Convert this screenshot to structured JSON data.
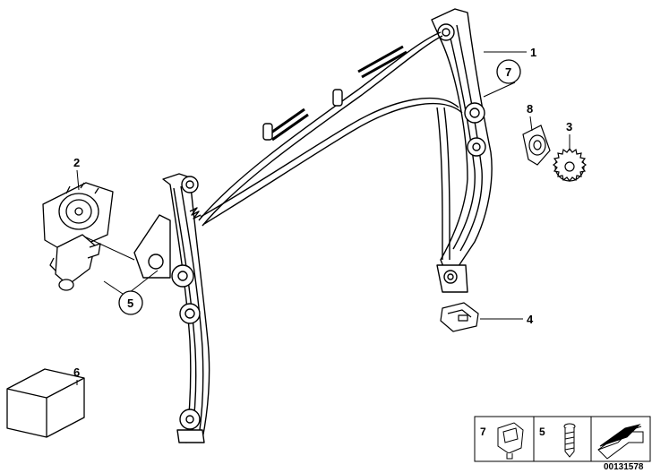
{
  "callouts": {
    "c1": "1",
    "c2": "2",
    "c3": "3",
    "c4": "4",
    "c5": "5",
    "c6": "6",
    "c7": "7",
    "c8": "8"
  },
  "legend": {
    "item_7": "7",
    "item_5": "5"
  },
  "diagram_id": "00131578"
}
